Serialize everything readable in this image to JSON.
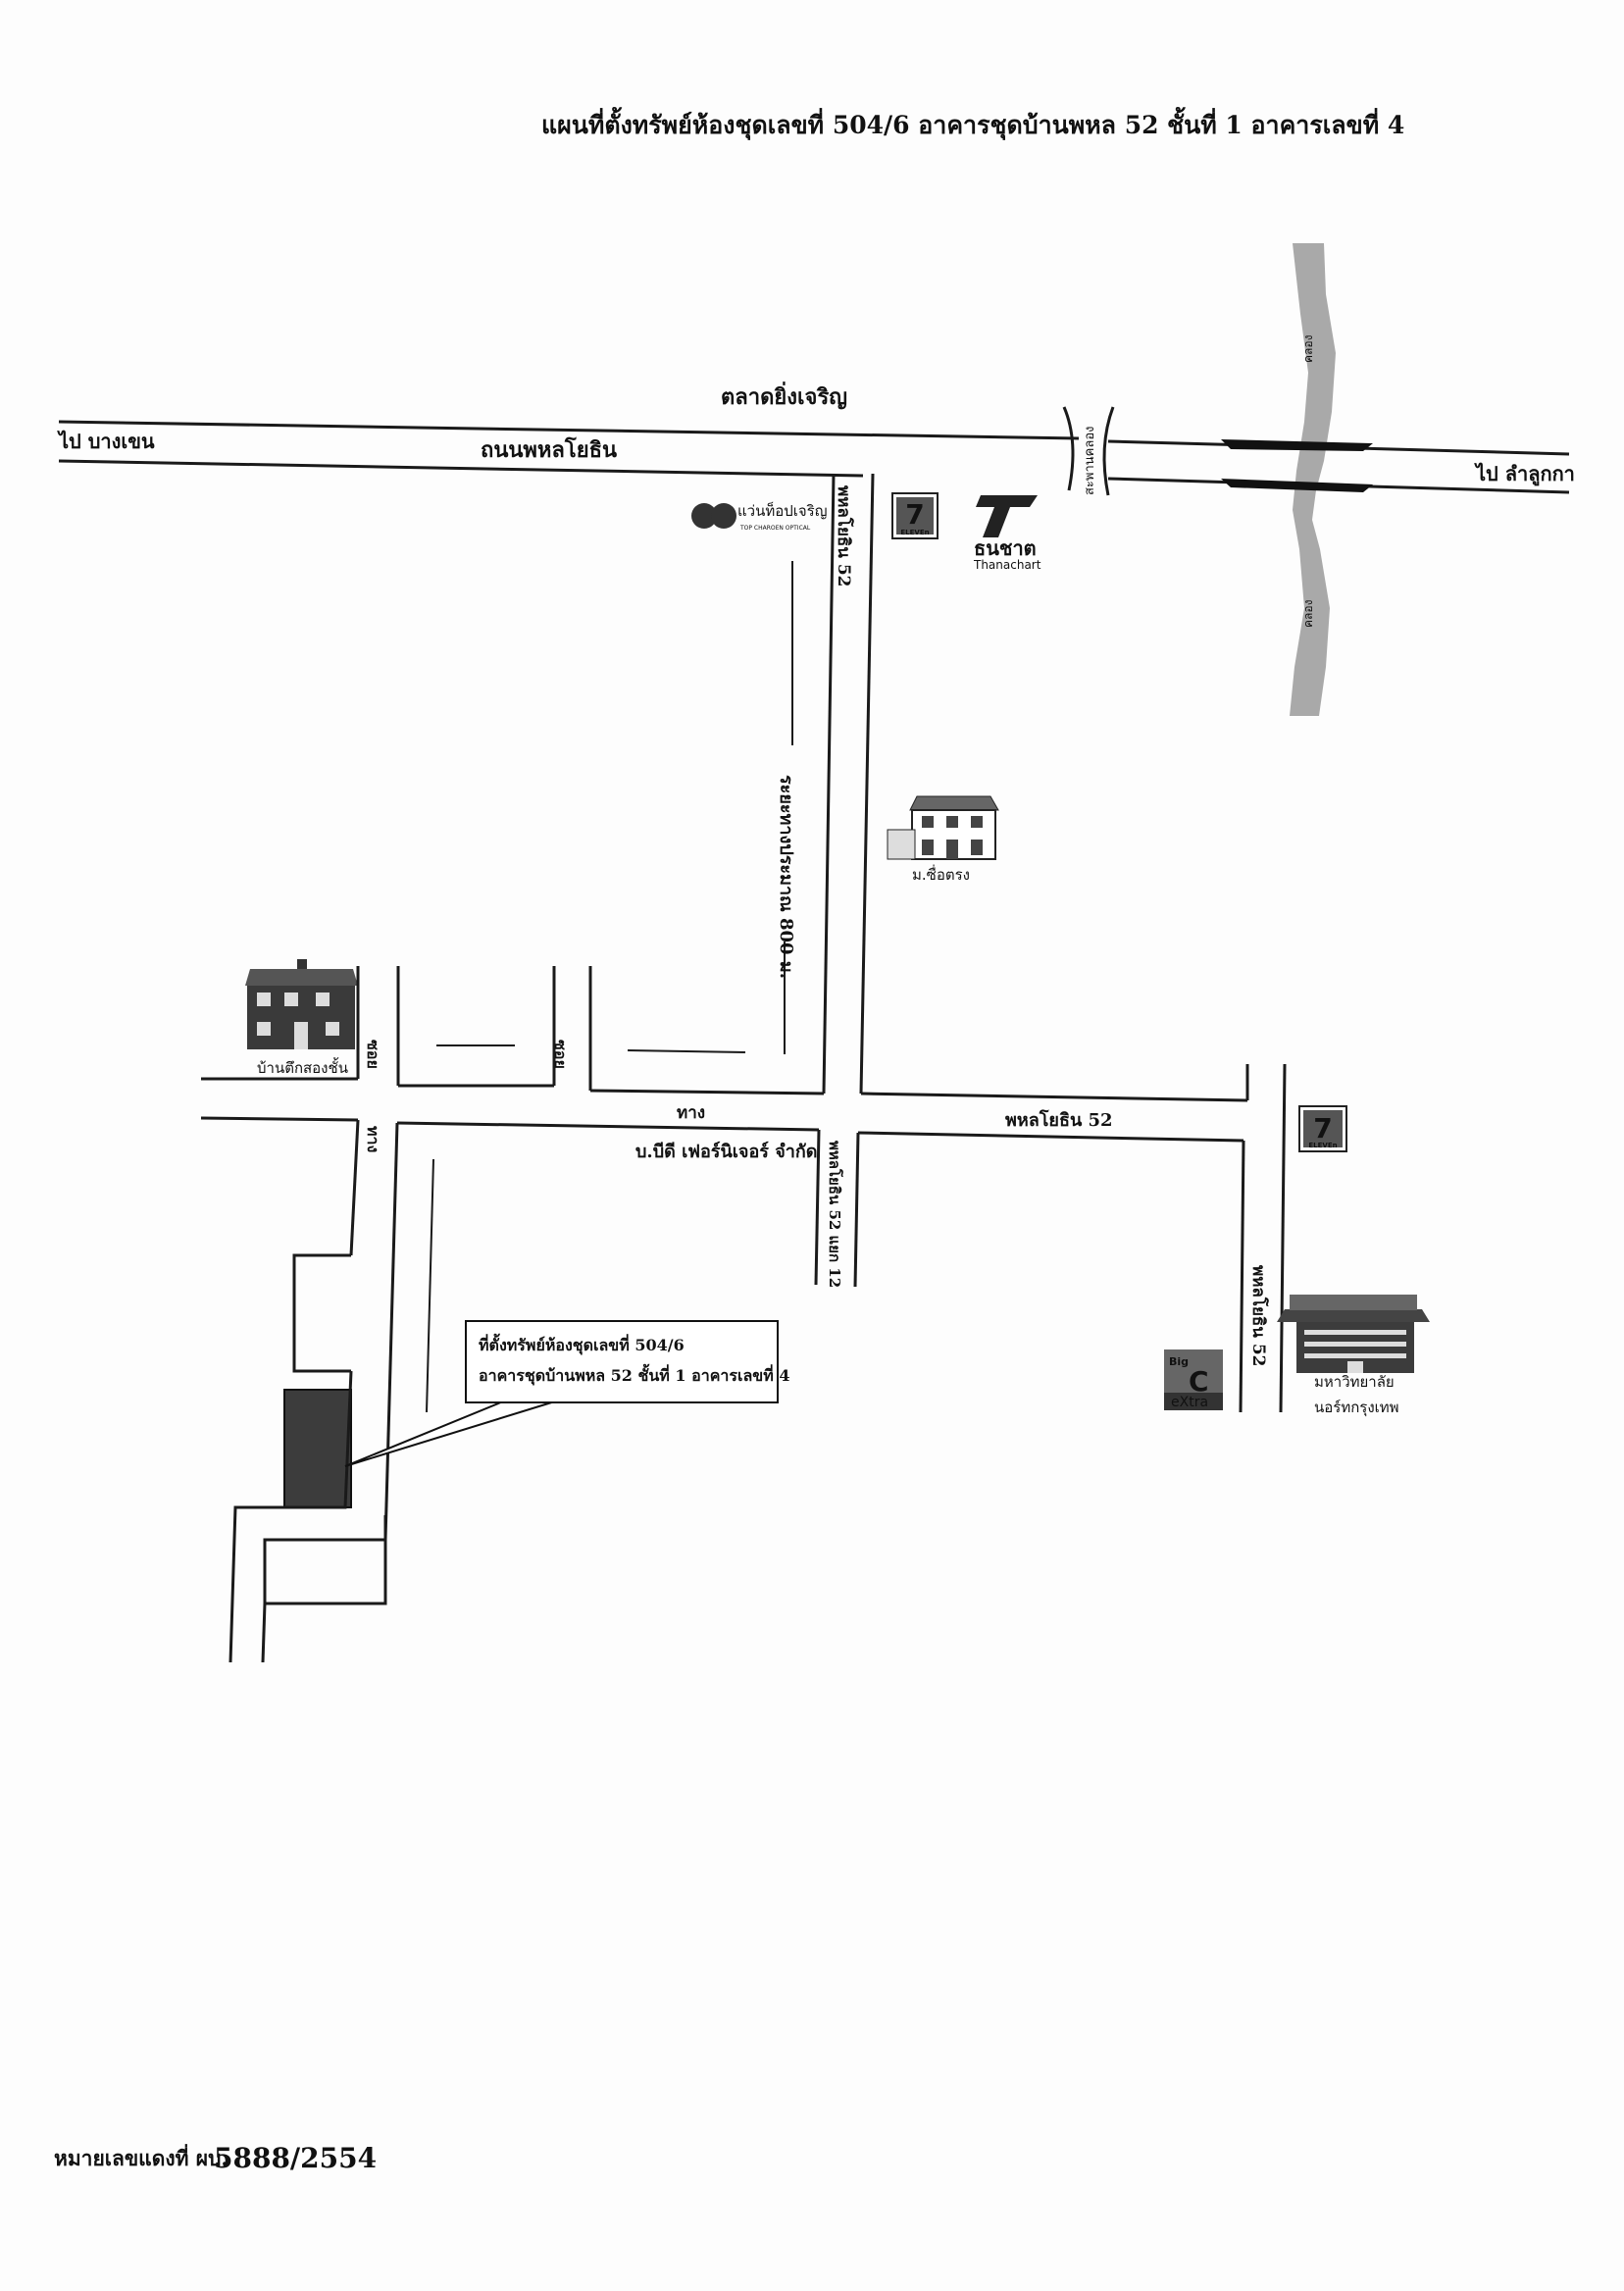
{
  "title": "แผนที่ตั้งทรัพย์ห้องชุดเลขที่ 504/6 อาคารชุดบ้านพหล 52 ชั้นที่ 1 อาคารเลขที่ 4",
  "labels": {
    "market": "ตลาดยิ่งเจริญ",
    "to_bangkhen": "ไป บางเขน",
    "to_lamlukka": "ไป ลำลูกกา",
    "phahon_road": "ถนนพหลโยธิน",
    "bridge": "สะพานคลอง",
    "canal_top": "คลอง",
    "canal_bottom": "คลอง",
    "soi_52_vertical": "พหลโยธิน 52",
    "distance": "ระยะทางประมาณ 800 ม.",
    "village": "ม.ซื่อตรง",
    "townhouse": "บ้านตึกสองชั้น",
    "soi_left": "ซอย",
    "soi_mid": "ซอย",
    "way_top": "ทาง",
    "way_left": "ทาง",
    "company": "บ.บีดี เฟอร์นิเจอร์ จำกัด",
    "phahon52_horizontal": "พหลโยธิน 52",
    "soi_52_12": "พหลโยธิน 52 แยก 12",
    "soi_52_right": "พหลโยธิน 52",
    "university_line1": "มหาวิทยาลัย",
    "university_line2": "นอร์ทกรุงเทพ",
    "callout_line1": "ที่ตั้งทรัพย์ห้องชุดเลขที่ 504/6",
    "callout_line2": "อาคารชุดบ้านพหล 52 ชั้นที่ 1 อาคารเลขที่ 4",
    "footer_prefix": "หมายเลขแดงที่ ผบ.",
    "footer_number": "5888/2554"
  },
  "landmarks": {
    "optical_name": "แว่นท็อปเจริญ",
    "optical_sub": "TOP CHAROEN OPTICAL",
    "seven_eleven_top": "ELEVEn",
    "seven_eleven_right": "ELEVEn",
    "seven_number": "7",
    "bank_name": "ธนชาต",
    "bank_sub": "Thanachart",
    "bigc_top": "Big",
    "bigc_letter": "C",
    "bigc_bottom": "eXtra"
  },
  "colors": {
    "canal": "#a9a9a9",
    "building_dark": "#3c3c3c",
    "ink": "#1a1a1a"
  }
}
